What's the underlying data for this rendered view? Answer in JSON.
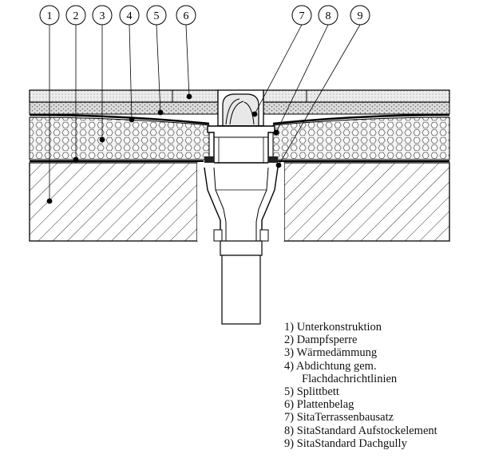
{
  "callouts": [
    "1",
    "2",
    "3",
    "4",
    "5",
    "6",
    "7",
    "8",
    "9"
  ],
  "legend": [
    "1) Unterkonstruktion",
    "2) Dampfsperre",
    "3) Wärmedämmung",
    "4) Abdichtung gem.",
    "Flachdachrichtlinien",
    "5) Splittbett",
    "6) Plattenbelag",
    "7) SitaTerrassenbausatz",
    "8) SitaStandard Aufstockelement",
    "9) SitaStandard Dachgully"
  ]
}
